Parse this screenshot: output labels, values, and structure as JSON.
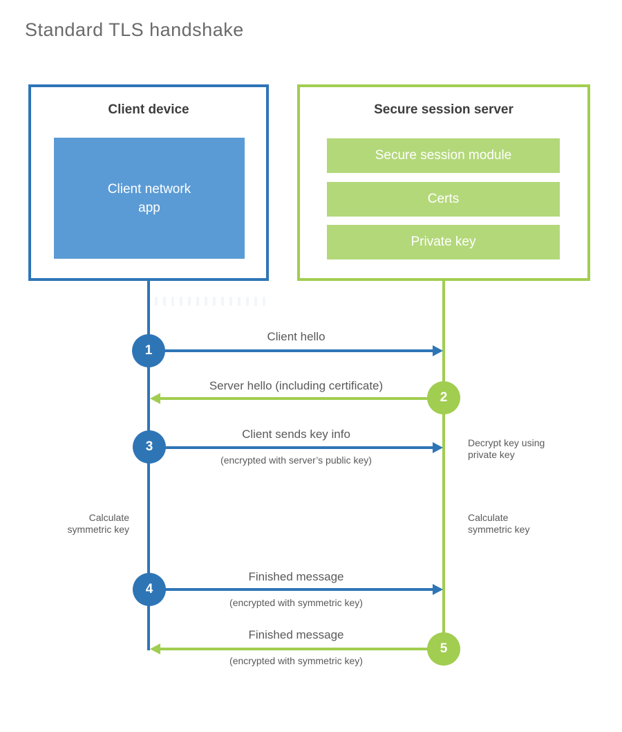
{
  "title": "Standard TLS handshake",
  "colors": {
    "blue": "#2e75b6",
    "blue_light": "#5b9bd5",
    "green": "#a1cd50",
    "green_light": "#b3d87a",
    "text": "#595959",
    "heading": "#3d3d3d",
    "title_color": "#6a6a6a"
  },
  "client": {
    "heading": "Client device",
    "app": {
      "line1": "Client network",
      "line2": "app"
    }
  },
  "server": {
    "heading": "Secure session server",
    "modules": [
      "Secure session module",
      "Certs",
      "Private key"
    ]
  },
  "messages": [
    {
      "num": "1",
      "label": "Client hello",
      "sublabel": "",
      "direction": "right",
      "color": "blue"
    },
    {
      "num": "2",
      "label": "Server hello (including certificate)",
      "sublabel": "",
      "direction": "left",
      "color": "green"
    },
    {
      "num": "3",
      "label": "Client sends key info",
      "sublabel": "(encrypted with server’s public key)",
      "direction": "right",
      "color": "blue"
    },
    {
      "num": "4",
      "label": "Finished message",
      "sublabel": "(encrypted with symmetric key)",
      "direction": "right",
      "color": "blue"
    },
    {
      "num": "5",
      "label": "Finished message",
      "sublabel": "(encrypted with symmetric key)",
      "direction": "left",
      "color": "green"
    }
  ],
  "notes": {
    "decrypt": {
      "line1": "Decrypt key using",
      "line2": "private key"
    },
    "calc_left": {
      "line1": "Calculate",
      "line2": "symmetric key"
    },
    "calc_right": {
      "line1": "Calculate",
      "line2": "symmetric key"
    }
  }
}
